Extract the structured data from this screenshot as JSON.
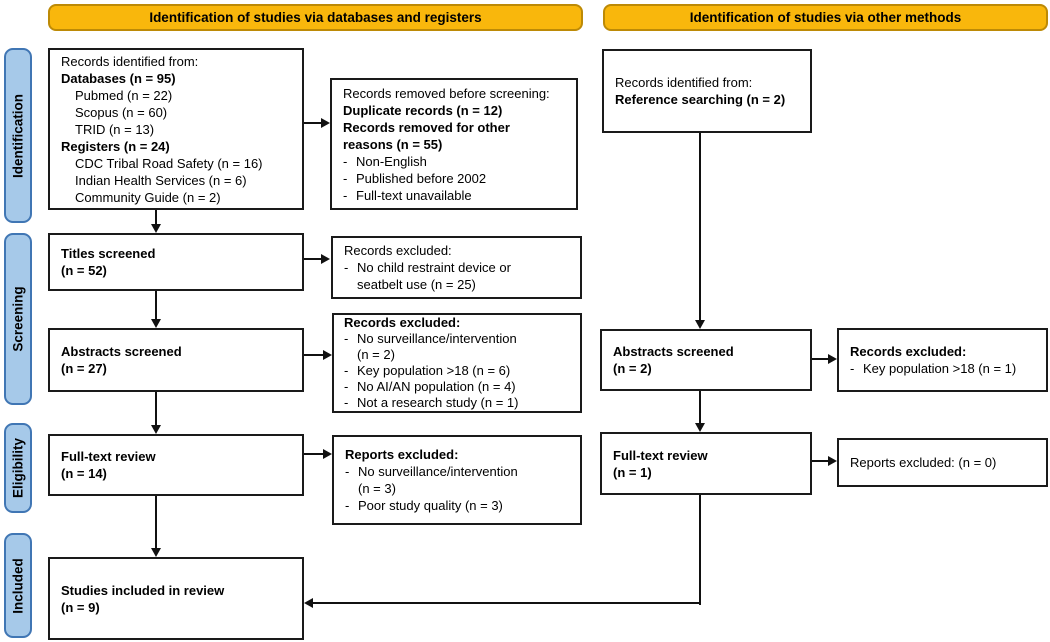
{
  "headers": {
    "databases": "Identification of studies via databases and registers",
    "other": "Identification of studies via other methods"
  },
  "stages": [
    "Identification",
    "Screening",
    "Eligibility",
    "Included"
  ],
  "glyphs": {
    "dash": "-"
  },
  "colors": {
    "header_fill": "#F9B70C",
    "header_border": "#BD8A06",
    "stage_fill": "#A6C9E9",
    "stage_border": "#4076B4",
    "box_border": "#1a1a1a",
    "line_color": "#111111"
  },
  "boxes": {
    "records_identified_db": {
      "lines": [
        "Records identified from:",
        "Databases (n = 95)",
        "Pubmed (n = 22)",
        "Scopus (n = 60)",
        "TRID (n = 13)",
        "Registers (n = 24)",
        "CDC Tribal Road Safety (n = 16)",
        "Indian Health Services (n = 6)",
        "Community Guide (n = 2)"
      ]
    },
    "records_removed": {
      "lines": [
        "Records removed before screening:",
        "Duplicate records (n = 12)",
        "Records removed for other",
        "reasons (n = 55)",
        "Non-English",
        "Published before 2002",
        "Full-text unavailable"
      ]
    },
    "titles_screened": {
      "lines": [
        "Titles screened",
        "(n = 52)"
      ]
    },
    "records_excluded_titles": {
      "lines": [
        "Records excluded:",
        "No child restraint device or",
        "seatbelt use (n = 25)"
      ]
    },
    "abstracts_screened_db": {
      "lines": [
        "Abstracts screened",
        "(n = 27)"
      ]
    },
    "records_excluded_abstracts": {
      "lines": [
        "Records excluded:",
        "No surveillance/intervention",
        "(n = 2)",
        "Key population >18 (n = 6)",
        "No AI/AN population (n = 4)",
        "Not a research study (n = 1)"
      ]
    },
    "fulltext_review_db": {
      "lines": [
        "Full-text review",
        "(n = 14)"
      ]
    },
    "reports_excluded_db": {
      "lines": [
        "Reports excluded:",
        "No surveillance/intervention",
        "(n = 3)",
        "Poor study quality (n = 3)"
      ]
    },
    "studies_included": {
      "lines": [
        "Studies included in review",
        "(n = 9)"
      ]
    },
    "records_identified_other": {
      "lines": [
        "Records identified from:",
        "Reference searching (n = 2)"
      ]
    },
    "abstracts_screened_other": {
      "lines": [
        "Abstracts screened",
        "(n = 2)"
      ]
    },
    "records_excluded_other": {
      "lines": [
        "Records excluded:",
        "Key population >18 (n = 1)"
      ]
    },
    "fulltext_review_other": {
      "lines": [
        "Full-text review",
        "(n = 1)"
      ]
    },
    "reports_excluded_other": {
      "lines": [
        "Reports excluded: (n = 0)"
      ]
    }
  }
}
